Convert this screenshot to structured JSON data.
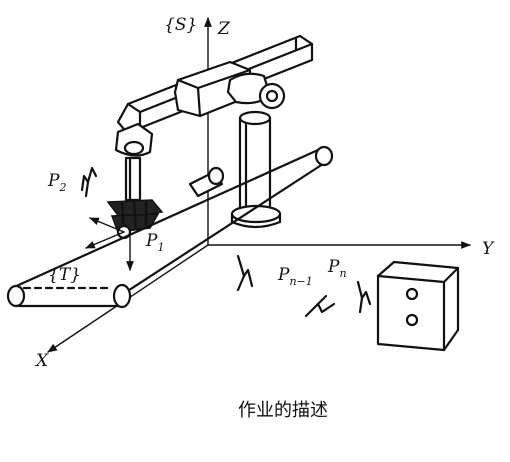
{
  "diagram": {
    "frames": {
      "base": "{S}",
      "tool": "{T}"
    },
    "axes": {
      "z": "Z",
      "y": "Y",
      "x": "X"
    },
    "points": {
      "p2_main": "P",
      "p2_sub": "2",
      "p1_main": "P",
      "p1_sub": "1",
      "pn1_main": "P",
      "pn1_sub": "n−1",
      "pn_main": "P",
      "pn_sub": "n"
    },
    "caption": "作业的描述"
  }
}
